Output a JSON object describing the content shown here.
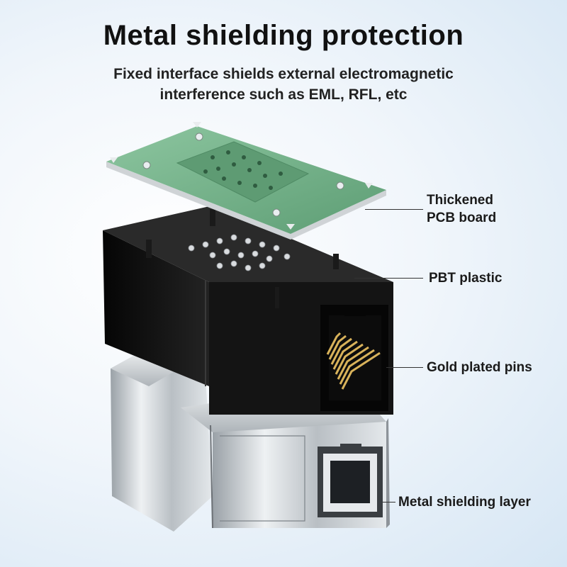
{
  "header": {
    "title": "Metal shielding protection",
    "subtitle_line1": "Fixed interface shields external electromagnetic",
    "subtitle_line2": "interference such as EML, RFL, etc"
  },
  "callouts": {
    "pcb_line1": "Thickened",
    "pcb_line2": "PCB board",
    "plastic": "PBT plastic",
    "pins": "Gold plated pins",
    "shield": "Metal shielding layer"
  },
  "colors": {
    "pcb_green": "#6fae86",
    "plastic_black": "#121212",
    "metal_silver": "#c9ced3",
    "gold": "#d8b25a"
  }
}
